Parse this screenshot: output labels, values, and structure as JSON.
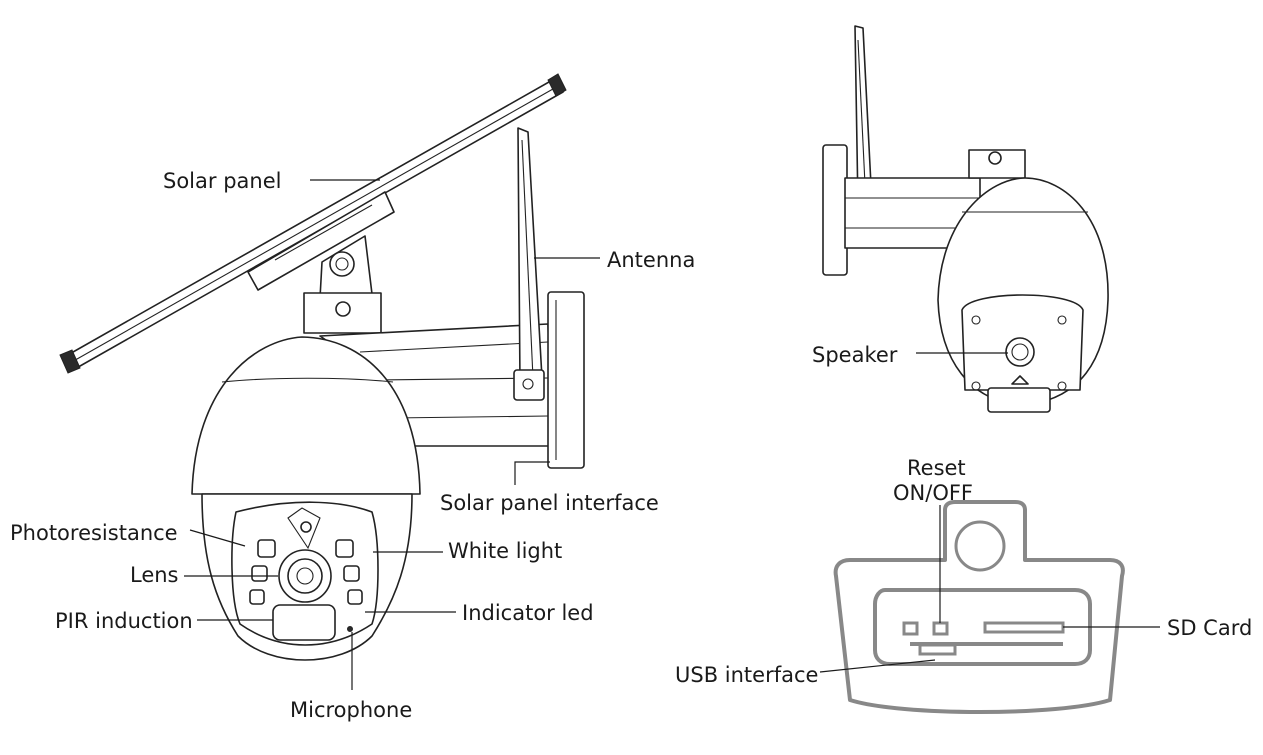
{
  "labels": {
    "solar_panel": "Solar panel",
    "antenna": "Antenna",
    "solar_panel_interface": "Solar panel interface",
    "photoresistance": "Photoresistance",
    "white_light": "White light",
    "lens": "Lens",
    "pir_induction": "PIR induction",
    "indicator_led": "Indicator led",
    "microphone": "Microphone",
    "speaker": "Speaker",
    "reset": "Reset",
    "on_off": "ON/OFF",
    "sd_card": "SD Card",
    "usb_interface": "USB interface"
  }
}
